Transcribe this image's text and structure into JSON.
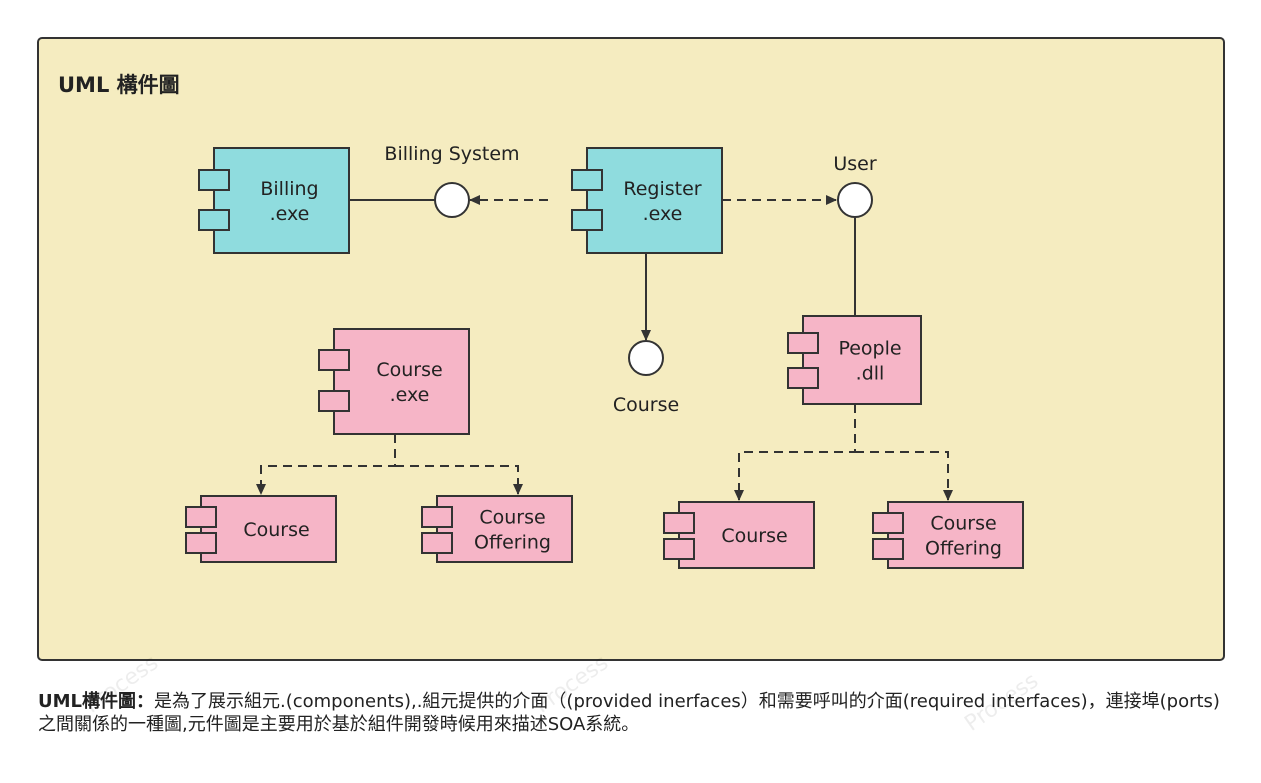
{
  "diagram": {
    "title": "UML 構件圖",
    "colors": {
      "frame_fill": "#f5ecc0",
      "frame_stroke": "#333333",
      "teal": "#8fdcde",
      "pink": "#f6b5c7",
      "line": "#333333"
    },
    "components": [
      {
        "id": "billing",
        "lines": [
          "Billing",
          ".exe"
        ],
        "color": "teal"
      },
      {
        "id": "register",
        "lines": [
          "Register",
          ".exe"
        ],
        "color": "teal"
      },
      {
        "id": "course-exe",
        "lines": [
          "Course",
          ".exe"
        ],
        "color": "pink"
      },
      {
        "id": "people",
        "lines": [
          "People",
          ".dll"
        ],
        "color": "pink"
      },
      {
        "id": "course-a",
        "lines": [
          "Course"
        ],
        "color": "pink"
      },
      {
        "id": "course-offering-a",
        "lines": [
          "Course",
          "Offering"
        ],
        "color": "pink"
      },
      {
        "id": "course-b",
        "lines": [
          "Course"
        ],
        "color": "pink"
      },
      {
        "id": "course-offering-b",
        "lines": [
          "Course",
          "Offering"
        ],
        "color": "pink"
      }
    ],
    "interfaces": [
      {
        "id": "billing-system",
        "label": "Billing System"
      },
      {
        "id": "user",
        "label": "User"
      },
      {
        "id": "course-iface",
        "label": "Course"
      }
    ]
  },
  "caption": {
    "bold": "UML構件圖：",
    "text": "是為了展示組元.(components),.組元提供的介面（(provided inerfaces）和需要呼叫的介面(required interfaces)，連接埠(ports)之間關係的一種圖,元件圖是主要用於基於組件開發時候用來描述SOA系統。"
  },
  "watermark": "Process"
}
